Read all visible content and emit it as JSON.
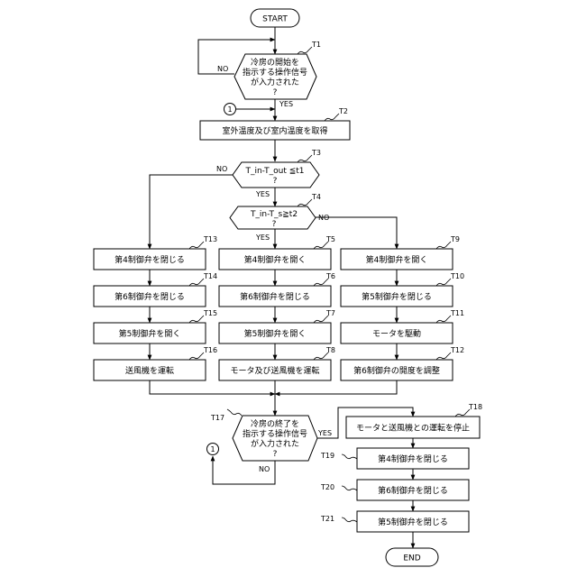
{
  "flow": {
    "start": "START",
    "end": "END",
    "d_cool_start_l1": "冷房の開始を",
    "d_cool_start_l2": "指示する操作信号",
    "d_cool_start_l3": "が入力された",
    "d_cool_start_l4": "?",
    "d_t3_l1": "T_in-T_out ≦t1",
    "d_t3_l2": "?",
    "d_t4_l1": "T_in-T_s≧t2",
    "d_t4_l2": "?",
    "d_cool_end_l1": "冷房の終了を",
    "d_cool_end_l2": "指示する操作信号",
    "d_cool_end_l3": "が入力された",
    "d_cool_end_l4": "?",
    "p_t2": "室外温度及び室内温度を取得",
    "p_t13": "第4制御弁を閉じる",
    "p_t14": "第6制御弁を閉じる",
    "p_t15": "第5制御弁を開く",
    "p_t16": "送風機を運転",
    "p_t5": "第4制御弁を開く",
    "p_t6": "第6制御弁を閉じる",
    "p_t7": "第5制御弁を開く",
    "p_t8": "モータ及び送風機を運転",
    "p_t9": "第4制御弁を開く",
    "p_t10": "第5制御弁を閉じる",
    "p_t11": "モータを駆動",
    "p_t12": "第6制御弁の開度を調整",
    "p_t18": "モータと送風機との運転を停止",
    "p_t19": "第4制御弁を閉じる",
    "p_t20": "第6制御弁を閉じる",
    "p_t21": "第5制御弁を閉じる",
    "connector": "1",
    "yes": "YES",
    "no": "NO"
  },
  "steps": {
    "t1": "T1",
    "t2": "T2",
    "t3": "T3",
    "t4": "T4",
    "t5": "T5",
    "t6": "T6",
    "t7": "T7",
    "t8": "T8",
    "t9": "T9",
    "t10": "T10",
    "t11": "T11",
    "t12": "T12",
    "t13": "T13",
    "t14": "T14",
    "t15": "T15",
    "t16": "T16",
    "t17": "T17",
    "t18": "T18",
    "t19": "T19",
    "t20": "T20",
    "t21": "T21"
  }
}
